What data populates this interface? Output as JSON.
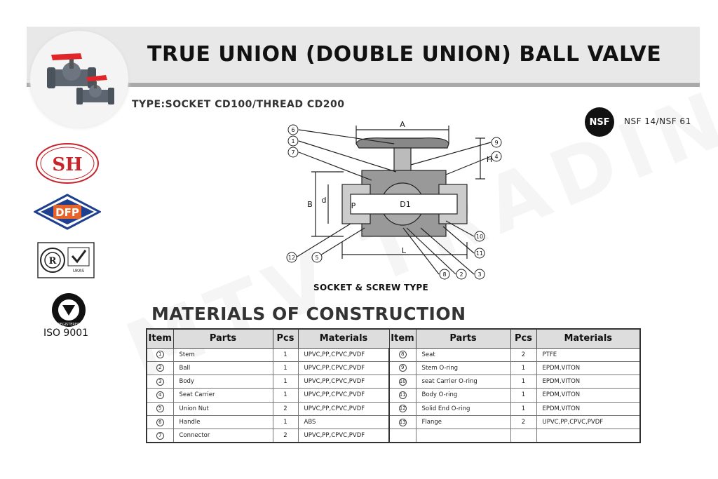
{
  "header": {
    "title": "TRUE UNION (DOUBLE UNION) BALL VALVE",
    "type_line": "TYPE:SOCKET CD100/THREAD CD200"
  },
  "certifications": {
    "nsf_logo_text": "NSF",
    "nsf_standards": "NSF 14/NSF  61",
    "iso_label": "ISO 9001",
    "sh_logo_text": "SH",
    "dfp_logo_text": "DFP",
    "iso_ring_text": "REGISTERED",
    "ukas_text": "UKAS"
  },
  "diagram": {
    "caption": "SOCKET & SCREW TYPE",
    "dimension_labels": [
      "A",
      "H",
      "B",
      "d",
      "P",
      "D1",
      "L"
    ],
    "callouts": [
      "6",
      "1",
      "7",
      "9",
      "4",
      "10",
      "11",
      "3",
      "2",
      "8",
      "5",
      "12"
    ]
  },
  "watermark": "MTV TRADING",
  "materials": {
    "heading": "MATERIALS OF CONSTRUCTION",
    "columns": [
      "Item",
      "Parts",
      "Pcs",
      "Materials",
      "Item",
      "Parts",
      "Pcs",
      "Materials"
    ],
    "rows": [
      {
        "left": {
          "item": "1",
          "part": "Stem",
          "pcs": "1",
          "material": "UPVC,PP,CPVC,PVDF"
        },
        "right": {
          "item": "8",
          "part": "Seat",
          "pcs": "2",
          "material": "PTFE"
        }
      },
      {
        "left": {
          "item": "2",
          "part": "Ball",
          "pcs": "1",
          "material": "UPVC,PP,CPVC,PVDF"
        },
        "right": {
          "item": "9",
          "part": "Stem O-ring",
          "pcs": "1",
          "material": "EPDM,VITON"
        }
      },
      {
        "left": {
          "item": "3",
          "part": "Body",
          "pcs": "1",
          "material": "UPVC,PP,CPVC,PVDF"
        },
        "right": {
          "item": "10",
          "part": "seat Carrier O-ring",
          "pcs": "1",
          "material": "EPDM,VITON"
        }
      },
      {
        "left": {
          "item": "4",
          "part": "Seat Carrier",
          "pcs": "1",
          "material": "UPVC,PP,CPVC,PVDF"
        },
        "right": {
          "item": "11",
          "part": "Body O-ring",
          "pcs": "1",
          "material": "EPDM,VITON"
        }
      },
      {
        "left": {
          "item": "5",
          "part": "Union Nut",
          "pcs": "2",
          "material": "UPVC,PP,CPVC,PVDF"
        },
        "right": {
          "item": "12",
          "part": "Solid End O-ring",
          "pcs": "1",
          "material": "EPDM,VITON"
        }
      },
      {
        "left": {
          "item": "6",
          "part": "Handle",
          "pcs": "1",
          "material": "ABS"
        },
        "right": {
          "item": "13",
          "part": "Flange",
          "pcs": "2",
          "material": "UPVC,PP,CPVC,PVDF"
        }
      },
      {
        "left": {
          "item": "7",
          "part": "Connector",
          "pcs": "2",
          "material": "UPVC,PP,CPVC,PVDF"
        },
        "right": {
          "item": "",
          "part": "",
          "pcs": "",
          "material": ""
        }
      }
    ]
  }
}
